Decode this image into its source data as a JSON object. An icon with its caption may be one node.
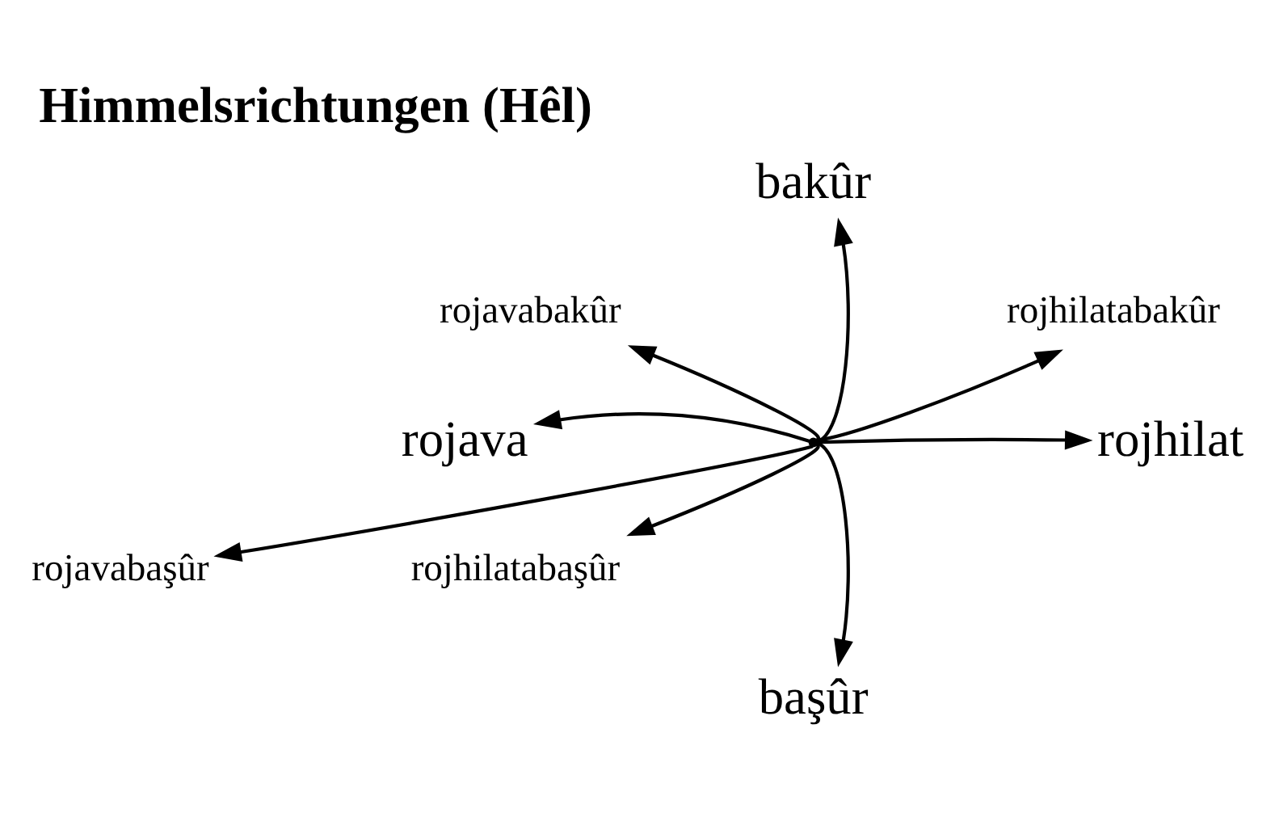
{
  "diagram": {
    "title": "Himmelsrichtungen (Hêl)",
    "nodes": [
      {
        "text": [
          "bakûr"
        ]
      },
      {
        "text": [
          "rojavabakûr"
        ]
      },
      {
        "text": [
          "rojhilatabakûr"
        ]
      },
      {
        "text": [
          "rojava"
        ]
      },
      {
        "text": [],
        "shape": "point"
      },
      {
        "text": [
          "rojhilat"
        ]
      },
      {
        "text": [
          "rojavabaşûr"
        ]
      },
      {
        "text": [
          "rojhilatabaşûr"
        ]
      },
      {
        "text": [
          "başûr"
        ]
      }
    ],
    "edges": [
      {
        "from": 4,
        "to": 0,
        "arrow": "to"
      },
      {
        "from": 4,
        "to": 1,
        "arrow": "to"
      },
      {
        "from": 4,
        "to": 2,
        "arrow": "to"
      },
      {
        "from": 4,
        "to": 3,
        "arrow": "to"
      },
      {
        "from": 4,
        "to": 5,
        "arrow": "to"
      },
      {
        "from": 4,
        "to": 6,
        "arrow": "to"
      },
      {
        "from": 4,
        "to": 7,
        "arrow": "to"
      },
      {
        "from": 4,
        "to": 8,
        "arrow": "to"
      }
    ]
  }
}
